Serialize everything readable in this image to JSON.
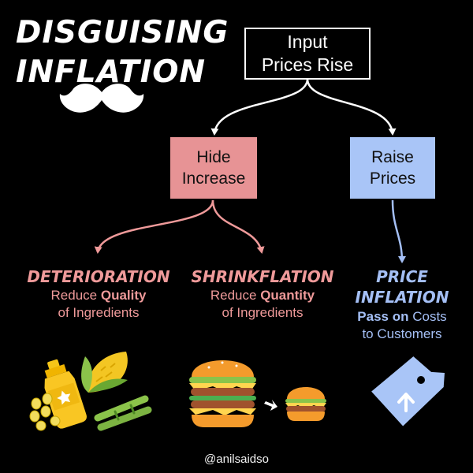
{
  "title": {
    "line1": "DISGUISING",
    "line2": "INFLATION"
  },
  "root": {
    "line1": "Input",
    "line2": "Prices Rise"
  },
  "hide": {
    "line1": "Hide",
    "line2": "Increase"
  },
  "raise": {
    "line1": "Raise",
    "line2": "Prices"
  },
  "deterioration": {
    "heading": "DETERIORATION",
    "desc1_pre": "Reduce ",
    "desc1_bold": "Quality",
    "desc2": "of Ingredients"
  },
  "shrinkflation": {
    "heading": "SHRINKFLATION",
    "desc1_pre": "Reduce ",
    "desc1_bold": "Quantity",
    "desc2": "of Ingredients"
  },
  "price_inflation": {
    "heading1": "PRICE",
    "heading2": "INFLATION",
    "desc1_bold": "Pass on",
    "desc1_post": " Costs",
    "desc2": "to Customers"
  },
  "handle": "@anilsaidso",
  "colors": {
    "background": "#000000",
    "pink": "#ef9a9a",
    "pink_box": "#e79395",
    "blue": "#a4bff5",
    "blue_box": "#a9c5f7",
    "white": "#ffffff"
  },
  "icons": [
    "mustache-icon",
    "oil-bottle-icon",
    "corn-icon",
    "soybeans-icon",
    "sugarcane-icon",
    "large-burger-icon",
    "small-burger-icon",
    "shrink-arrow-icon",
    "price-tag-icon"
  ]
}
